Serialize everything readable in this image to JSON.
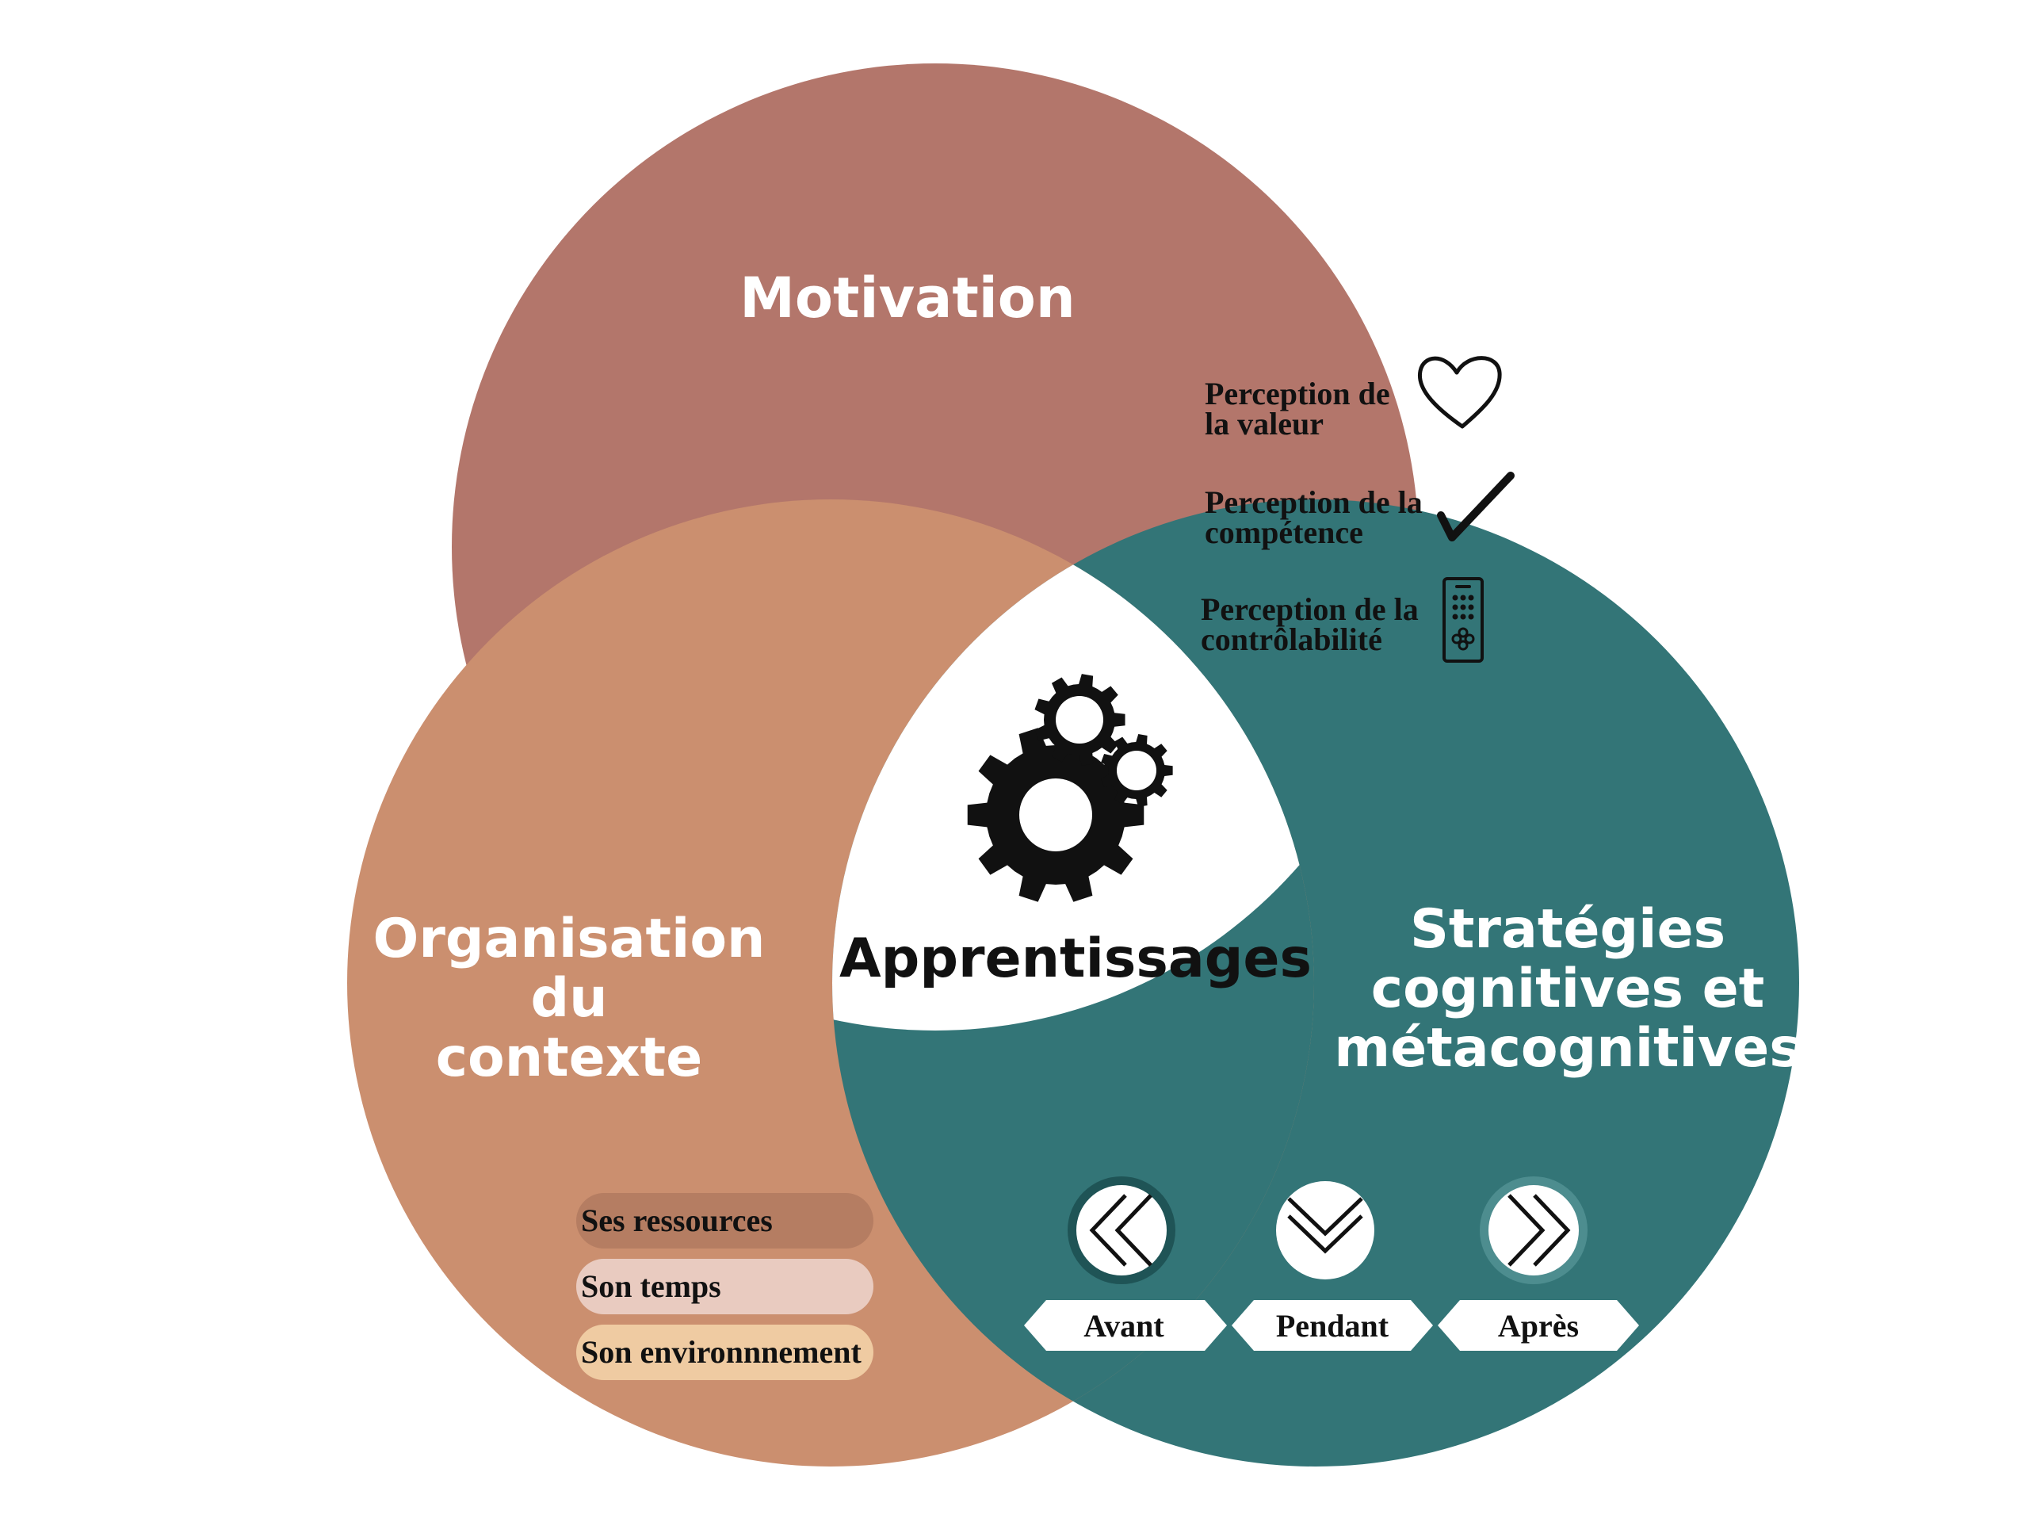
{
  "colors": {
    "motivation": "#b3766b",
    "organisation": "#cb8f6f",
    "strategies": "#337577",
    "center": "#ffffff",
    "pill_1": "#b57d62",
    "pill_2": "#e9cbc0",
    "pill_3": "#efcba2"
  },
  "motivation": {
    "title": "Motivation",
    "items": [
      {
        "line1": "Perception de",
        "line2": "la valeur",
        "icon": "heart-icon"
      },
      {
        "line1": "Perception de la",
        "line2": "compétence",
        "icon": "checkmark-icon"
      },
      {
        "line1": "Perception de la",
        "line2": "contrôlabilité",
        "icon": "remote-control-icon"
      }
    ]
  },
  "organisation": {
    "title_lines": [
      "Organisation",
      "du",
      "contexte"
    ],
    "items": [
      "Ses ressources",
      "Son temps",
      "Son environnnement"
    ]
  },
  "strategies": {
    "title_lines": [
      "Stratégies",
      "cognitives et",
      "métacognitives"
    ],
    "phases": [
      {
        "label": "Avant",
        "icon": "double-chevron-left-icon"
      },
      {
        "label": "Pendant",
        "icon": "double-chevron-down-icon"
      },
      {
        "label": "Après",
        "icon": "double-chevron-right-icon"
      }
    ]
  },
  "center": {
    "title": "Apprentissages",
    "icon": "gears-icon"
  }
}
